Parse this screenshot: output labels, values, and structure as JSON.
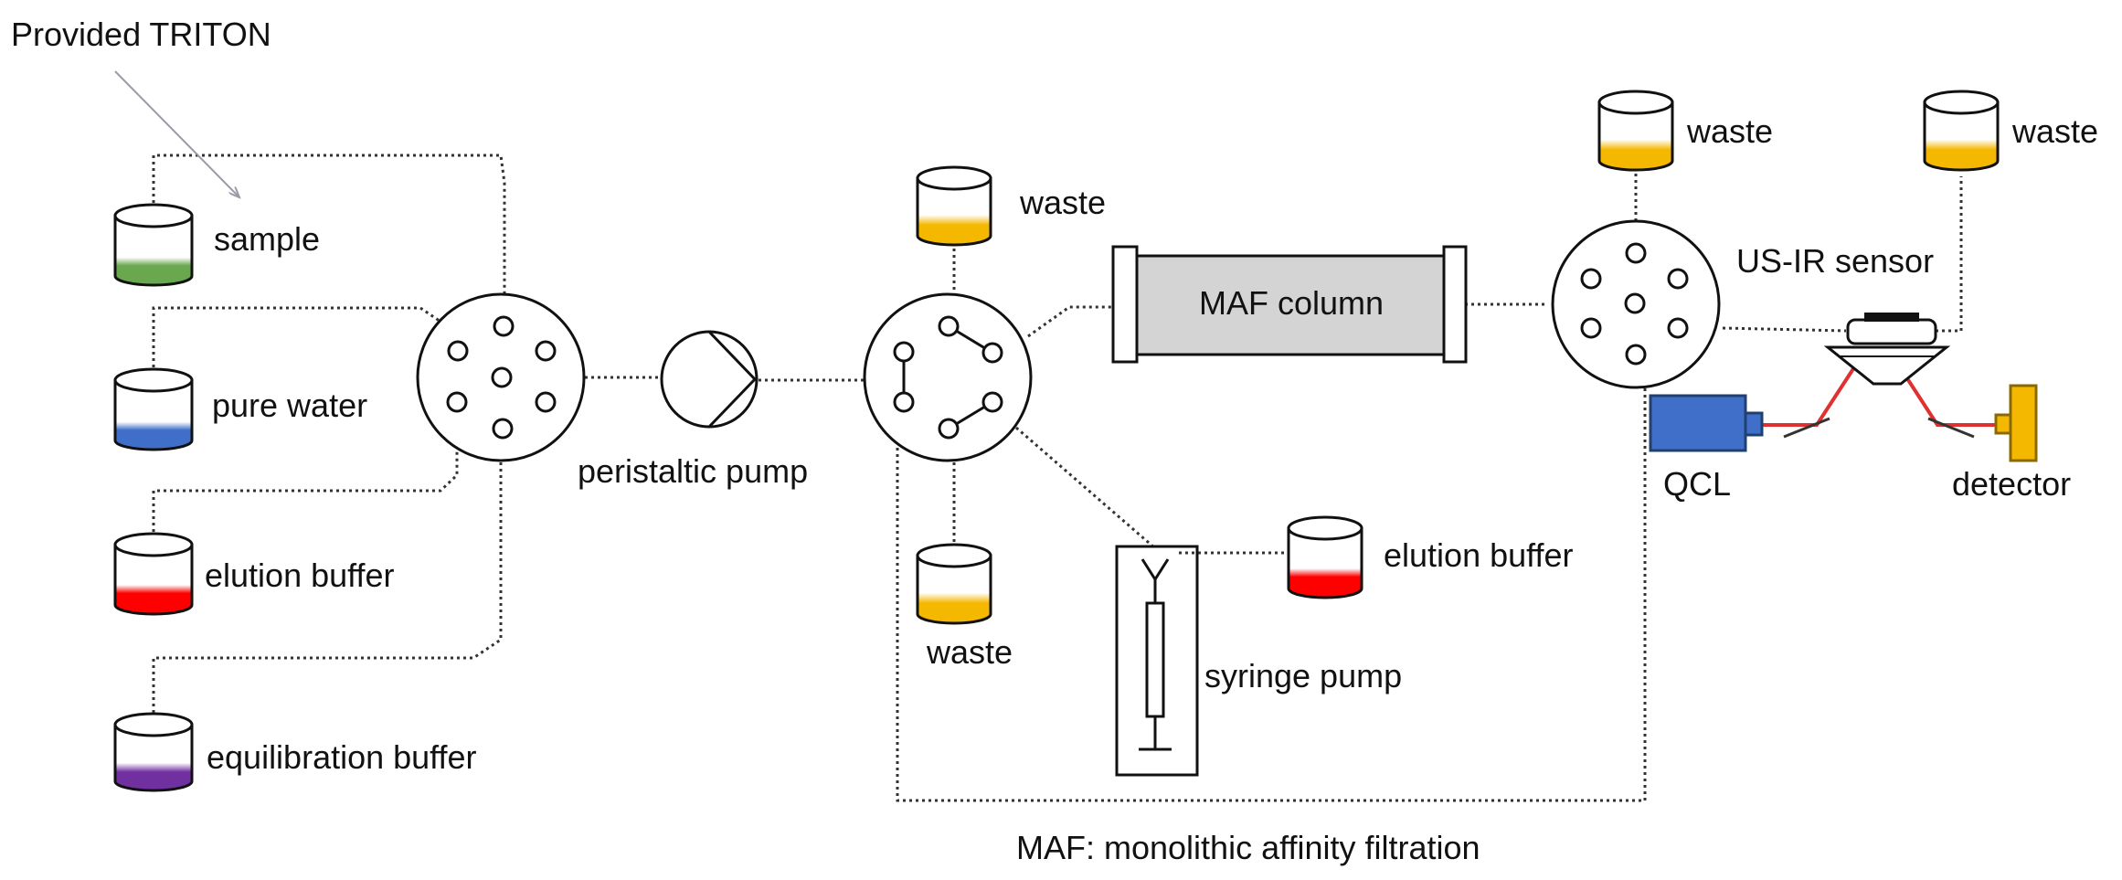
{
  "labels": {
    "triton": "Provided  TRITON",
    "sample": "sample",
    "pure_water": "pure water",
    "elution_buffer_left": "elution buffer",
    "equilibration_buffer": "equilibration buffer",
    "peristaltic_pump": "peristaltic pump",
    "waste_top_mid": "waste",
    "waste_bottom_mid": "waste",
    "maf_column": "MAF column",
    "syringe_pump": "syringe  pump",
    "elution_buffer_right": "elution buffer",
    "waste_right_1": "waste",
    "waste_right_2": "waste",
    "us_ir_sensor": "US-IR sensor",
    "qcl": "QCL",
    "detector": "detector",
    "footnote": "MAF:  monolithic affinity filtration"
  },
  "colors": {
    "sample": "#6aa84f",
    "pure_water": "#3f6fc9",
    "elution_buffer": "#ff0000",
    "equilibration_buffer": "#7030a0",
    "waste": "#f5b800",
    "column_fill": "#d4d4d4",
    "laser": "#e03030",
    "qcl": "#3f6fc9",
    "detector": "#f5b800"
  }
}
